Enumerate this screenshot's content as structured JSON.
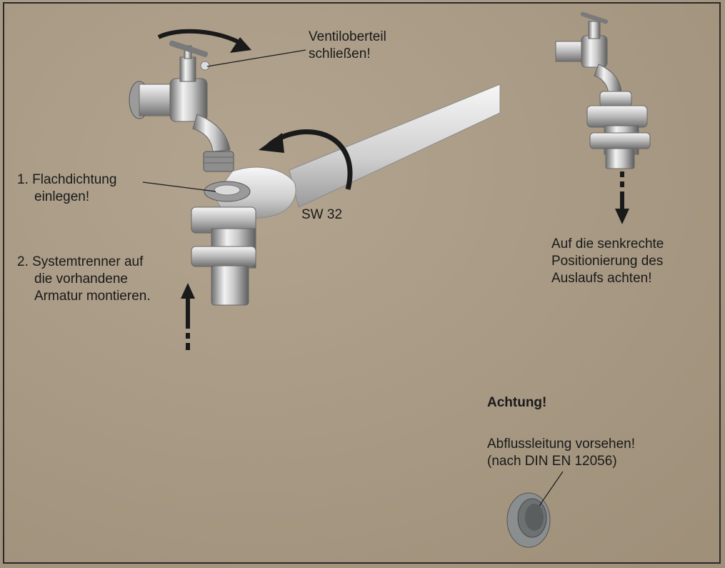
{
  "labels": {
    "ventil": [
      "Ventiloberteil",
      "schließen!"
    ],
    "flachdichtung": [
      "1. Flachdichtung",
      "einlegen!"
    ],
    "systemtrenner": [
      "2. Systemtrenner auf",
      "die vorhandene",
      "Armatur montieren."
    ],
    "sw": "SW 32",
    "auslauf": [
      "Auf die senkrechte",
      "Positionierung des",
      "Auslaufs achten!"
    ],
    "achtung": "Achtung!",
    "abfluss": [
      "Abflussleitung vorsehen!",
      "(nach DIN EN 12056)"
    ]
  },
  "colors": {
    "background": "#a89a85",
    "frame": "#2a2a2a",
    "chrome_light": "#eeeeee",
    "chrome_mid": "#b5b5b5",
    "chrome_dark": "#6e6e6e",
    "arrow": "#1a1a1a",
    "pipe_gray": "#8a8e8f"
  }
}
